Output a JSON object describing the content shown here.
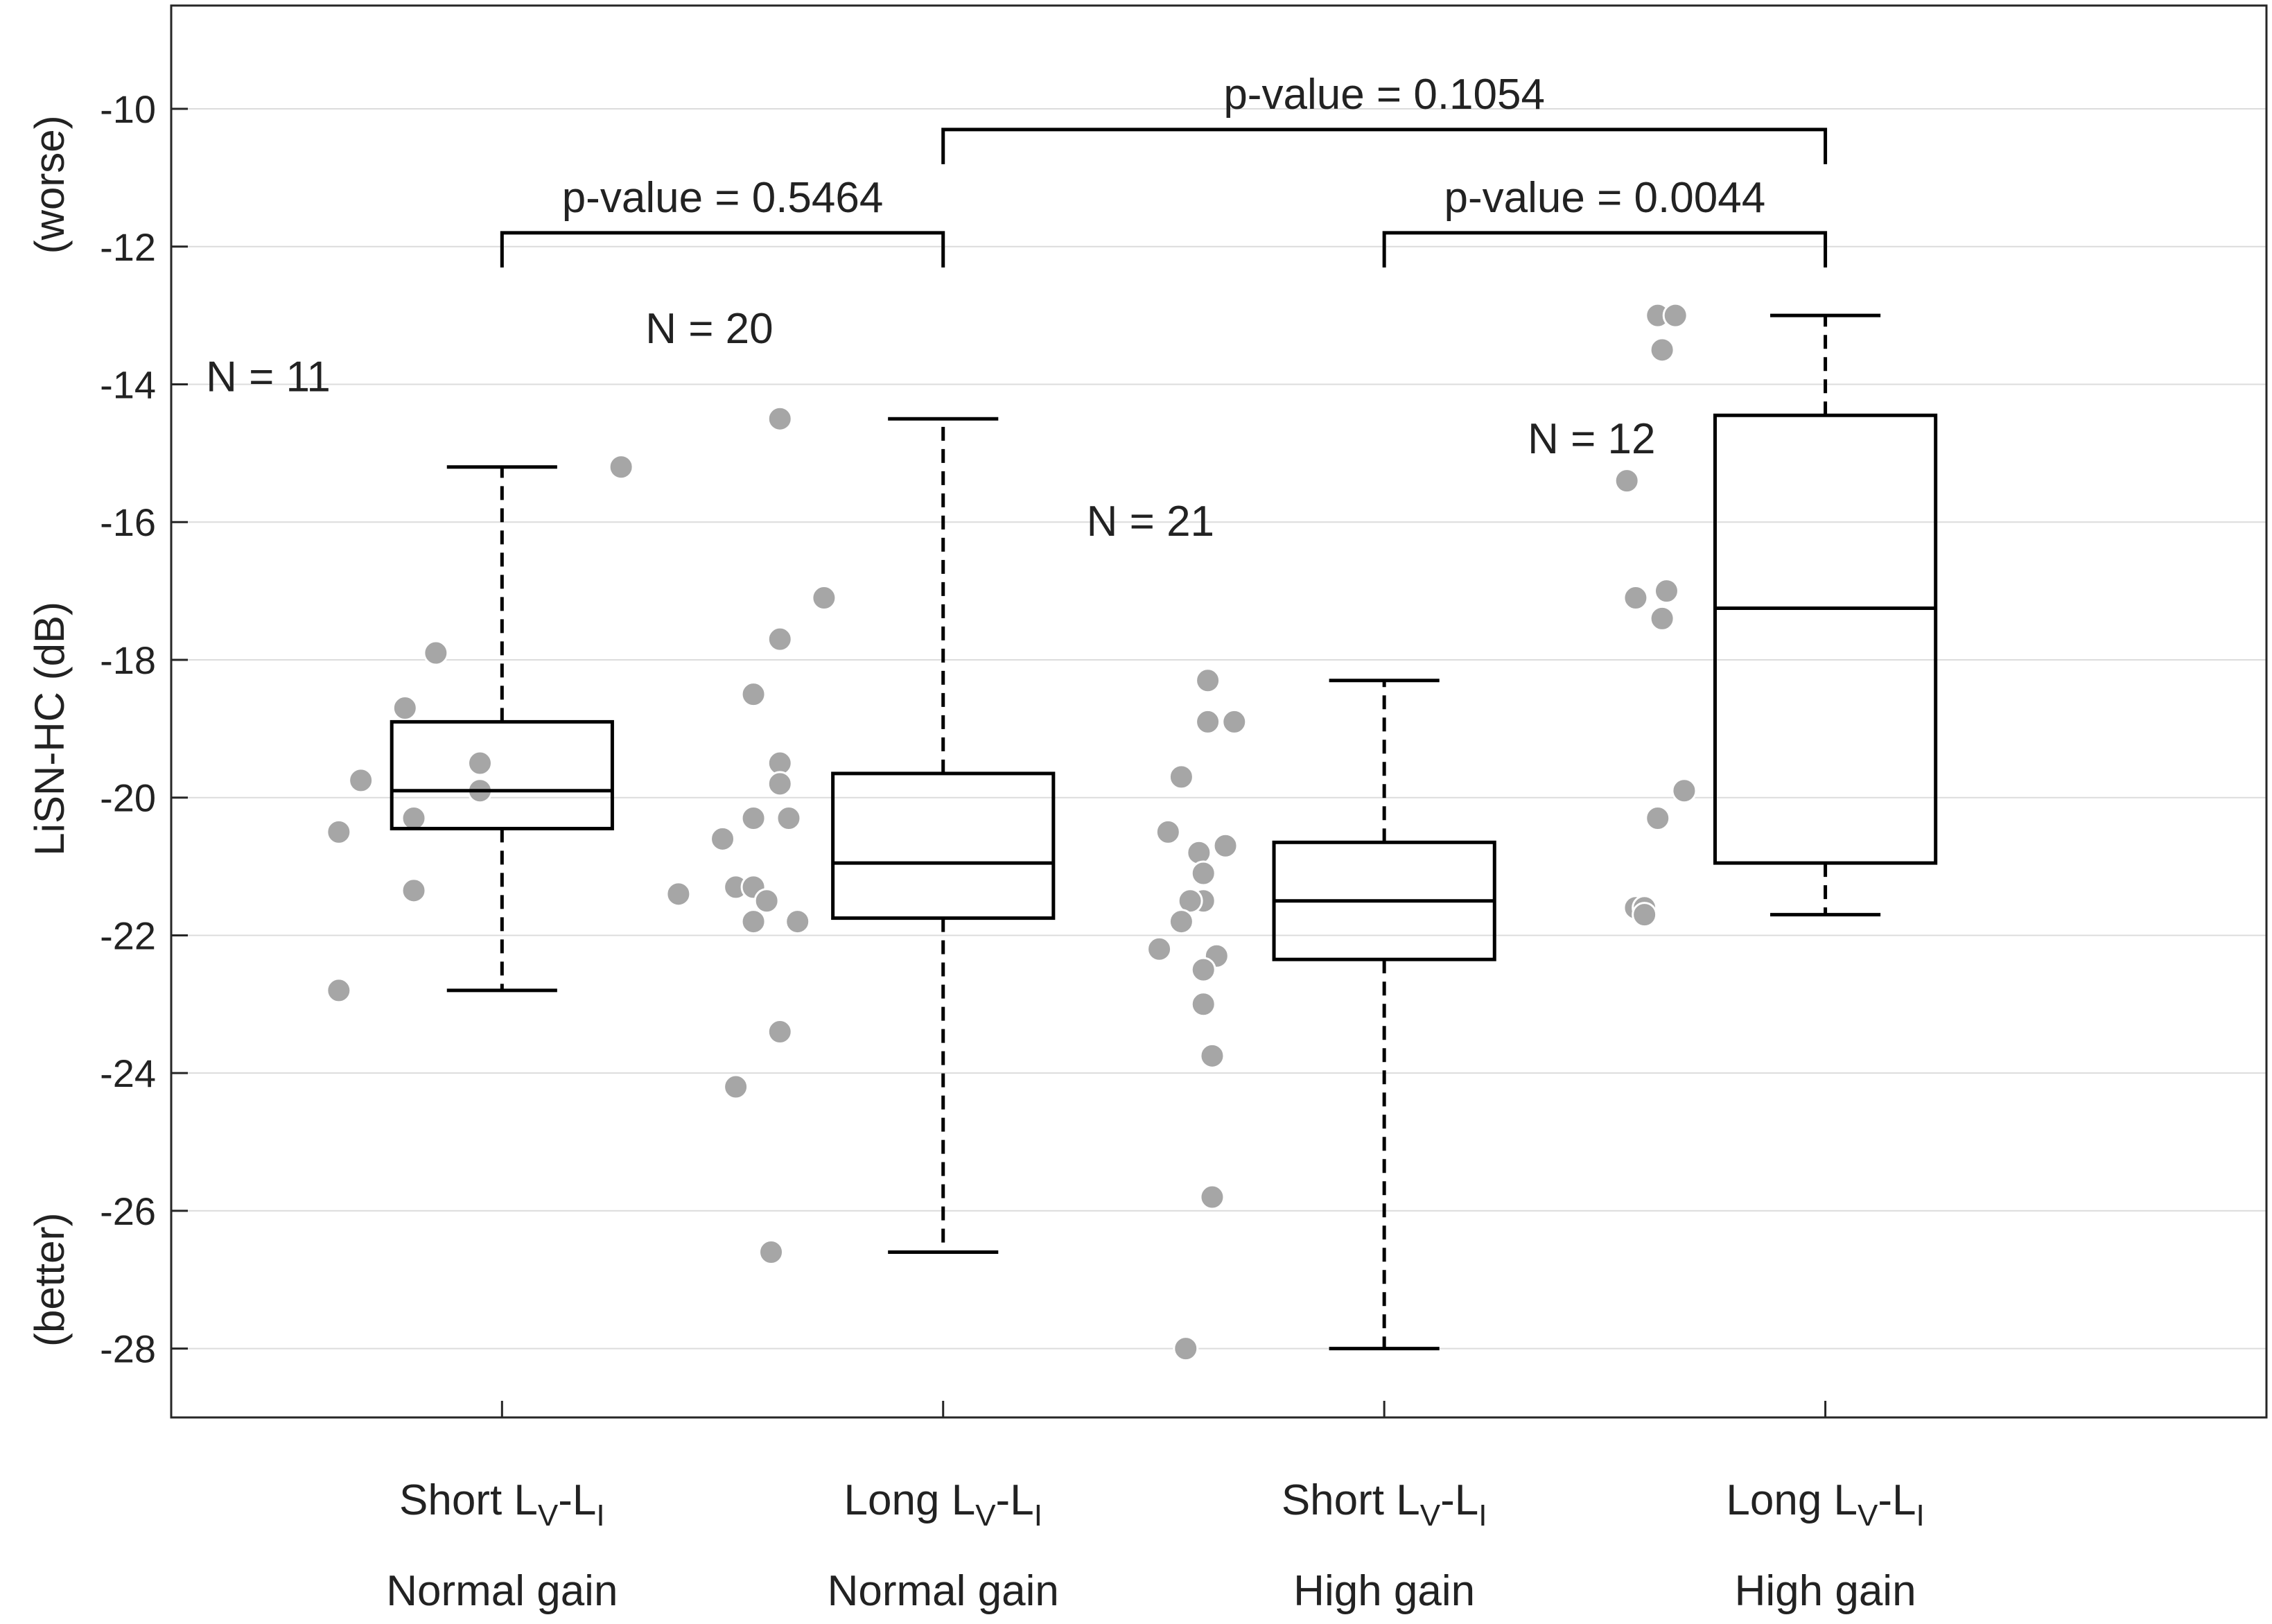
{
  "chart_data": {
    "type": "box",
    "ylabel": "LiSN-HC (dB)",
    "ylabel_top": "(worse)",
    "ylabel_bottom": "(better)",
    "ylim": [
      -29,
      -8.5
    ],
    "yticks": [
      -10,
      -12,
      -14,
      -16,
      -18,
      -20,
      -22,
      -24,
      -26,
      -28
    ],
    "grid": true,
    "categories": [
      {
        "line1_main": "Short L",
        "sub1": "V",
        "dash": "-L",
        "sub2": "I",
        "line2": "Normal gain"
      },
      {
        "line1_main": "Long L",
        "sub1": "V",
        "dash": "-L",
        "sub2": "I",
        "line2": "Normal gain"
      },
      {
        "line1_main": "Short L",
        "sub1": "V",
        "dash": "-L",
        "sub2": "I",
        "line2": "High gain"
      },
      {
        "line1_main": "Long L",
        "sub1": "V",
        "dash": "-L",
        "sub2": "I",
        "line2": "High gain"
      }
    ],
    "boxes": [
      {
        "whisker_low": -22.8,
        "q1": -20.45,
        "median": -19.9,
        "q3": -18.9,
        "whisker_high": -15.2
      },
      {
        "whisker_low": -26.6,
        "q1": -21.75,
        "median": -20.95,
        "q3": -19.65,
        "whisker_high": -14.5
      },
      {
        "whisker_low": -28.0,
        "q1": -22.35,
        "median": -21.5,
        "q3": -20.65,
        "whisker_high": -18.3
      },
      {
        "whisker_low": -21.7,
        "q1": -20.95,
        "median": -17.25,
        "q3": -14.45,
        "whisker_high": -13.0
      }
    ],
    "points": [
      [
        [
          -15.2,
          0.27
        ],
        [
          -17.9,
          -0.15
        ],
        [
          -18.7,
          -0.22
        ],
        [
          -19.5,
          -0.05
        ],
        [
          -19.75,
          -0.32
        ],
        [
          -19.9,
          -0.05
        ],
        [
          -20.3,
          -0.2
        ],
        [
          -20.5,
          -0.37
        ],
        [
          -21.35,
          -0.2
        ],
        [
          -22.8,
          -0.37
        ]
      ],
      [
        [
          -14.5,
          -0.37
        ],
        [
          -17.1,
          -0.27
        ],
        [
          -17.7,
          -0.37
        ],
        [
          -18.5,
          -0.43
        ],
        [
          -19.5,
          -0.37
        ],
        [
          -19.8,
          -0.37
        ],
        [
          -20.3,
          -0.43
        ],
        [
          -20.3,
          -0.35
        ],
        [
          -20.6,
          -0.5
        ],
        [
          -21.3,
          -0.47
        ],
        [
          -21.3,
          -0.43
        ],
        [
          -21.4,
          -0.6
        ],
        [
          -21.5,
          -0.4
        ],
        [
          -21.8,
          -0.43
        ],
        [
          -21.8,
          -0.33
        ],
        [
          -23.4,
          -0.37
        ],
        [
          -24.2,
          -0.47
        ],
        [
          -26.6,
          -0.39
        ]
      ],
      [
        [
          -18.3,
          -0.4
        ],
        [
          -18.9,
          -0.4
        ],
        [
          -18.9,
          -0.34
        ],
        [
          -19.7,
          -0.46
        ],
        [
          -20.5,
          -0.49
        ],
        [
          -20.7,
          -0.36
        ],
        [
          -20.8,
          -0.42
        ],
        [
          -21.1,
          -0.41
        ],
        [
          -21.5,
          -0.41
        ],
        [
          -21.5,
          -0.44
        ],
        [
          -21.8,
          -0.46
        ],
        [
          -22.2,
          -0.51
        ],
        [
          -22.3,
          -0.38
        ],
        [
          -22.5,
          -0.41
        ],
        [
          -23.0,
          -0.41
        ],
        [
          -23.75,
          -0.39
        ],
        [
          -25.8,
          -0.39
        ],
        [
          -28.0,
          -0.45
        ]
      ],
      [
        [
          -13.0,
          -0.38
        ],
        [
          -13.0,
          -0.34
        ],
        [
          -13.5,
          -0.37
        ],
        [
          -15.4,
          -0.45
        ],
        [
          -17.0,
          -0.36
        ],
        [
          -17.1,
          -0.43
        ],
        [
          -17.4,
          -0.37
        ],
        [
          -19.9,
          -0.32
        ],
        [
          -20.3,
          -0.38
        ],
        [
          -21.6,
          -0.43
        ],
        [
          -21.6,
          -0.41
        ],
        [
          -21.7,
          -0.41
        ]
      ]
    ],
    "n_labels": [
      "N = 11",
      "N = 20",
      "N = 21",
      "N = 12"
    ],
    "n_label_y": [
      -14.1,
      -13.4,
      -16.2,
      -15.0
    ],
    "comparisons": [
      {
        "from": 0,
        "to": 1,
        "bar_y": -11.8,
        "label": "p-value = 0.5464"
      },
      {
        "from": 2,
        "to": 3,
        "bar_y": -11.8,
        "label": "p-value = 0.0044"
      },
      {
        "from": 1,
        "to": 3,
        "bar_y": -10.3,
        "label": "p-value = 0.1054"
      }
    ],
    "colors": {
      "points": "#a6a6a6",
      "box": "#000000",
      "grid": "#dcdcdc",
      "axis": "#262626"
    }
  }
}
